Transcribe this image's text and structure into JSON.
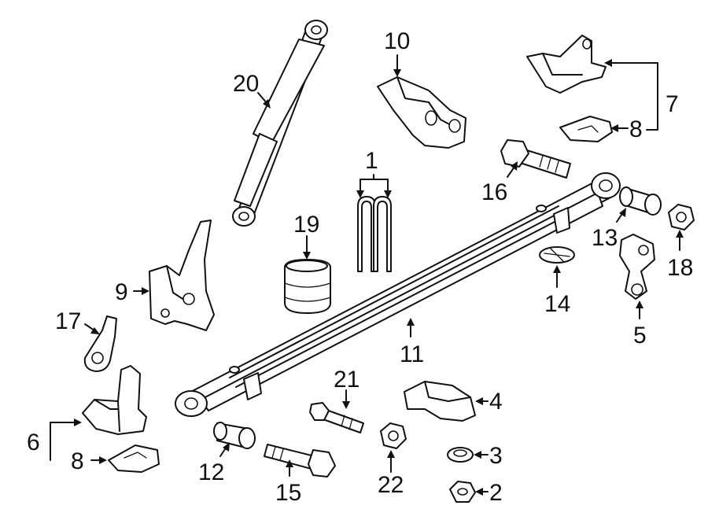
{
  "diagram": {
    "callouts": [
      "1",
      "2",
      "3",
      "4",
      "5",
      "6",
      "7",
      "8",
      "8",
      "9",
      "10",
      "11",
      "12",
      "13",
      "14",
      "15",
      "16",
      "17",
      "18",
      "19",
      "20",
      "21",
      "22"
    ]
  },
  "colors": {
    "ink": "#111111",
    "background": "#ffffff"
  }
}
